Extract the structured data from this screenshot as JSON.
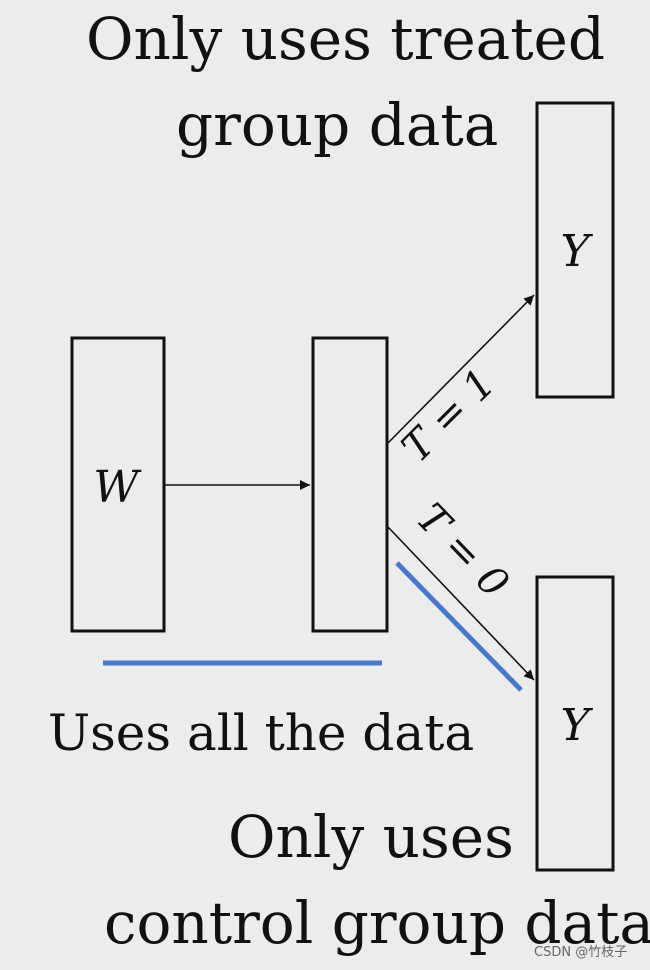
{
  "labels": {
    "treated_line1": "Only uses treated",
    "treated_line2": "group data",
    "all_data": "Uses all the data",
    "control_line1": "Only uses",
    "control_line2": "control group data"
  },
  "nodes": {
    "w": "W",
    "y_treated": "Y",
    "y_control": "Y"
  },
  "edges": {
    "t1": "T = 1",
    "t0": "T = 0"
  },
  "watermark": "CSDN @竹枝子",
  "colors": {
    "background": "#ececec",
    "highlight": "#4a78c8",
    "stroke": "#111111"
  }
}
